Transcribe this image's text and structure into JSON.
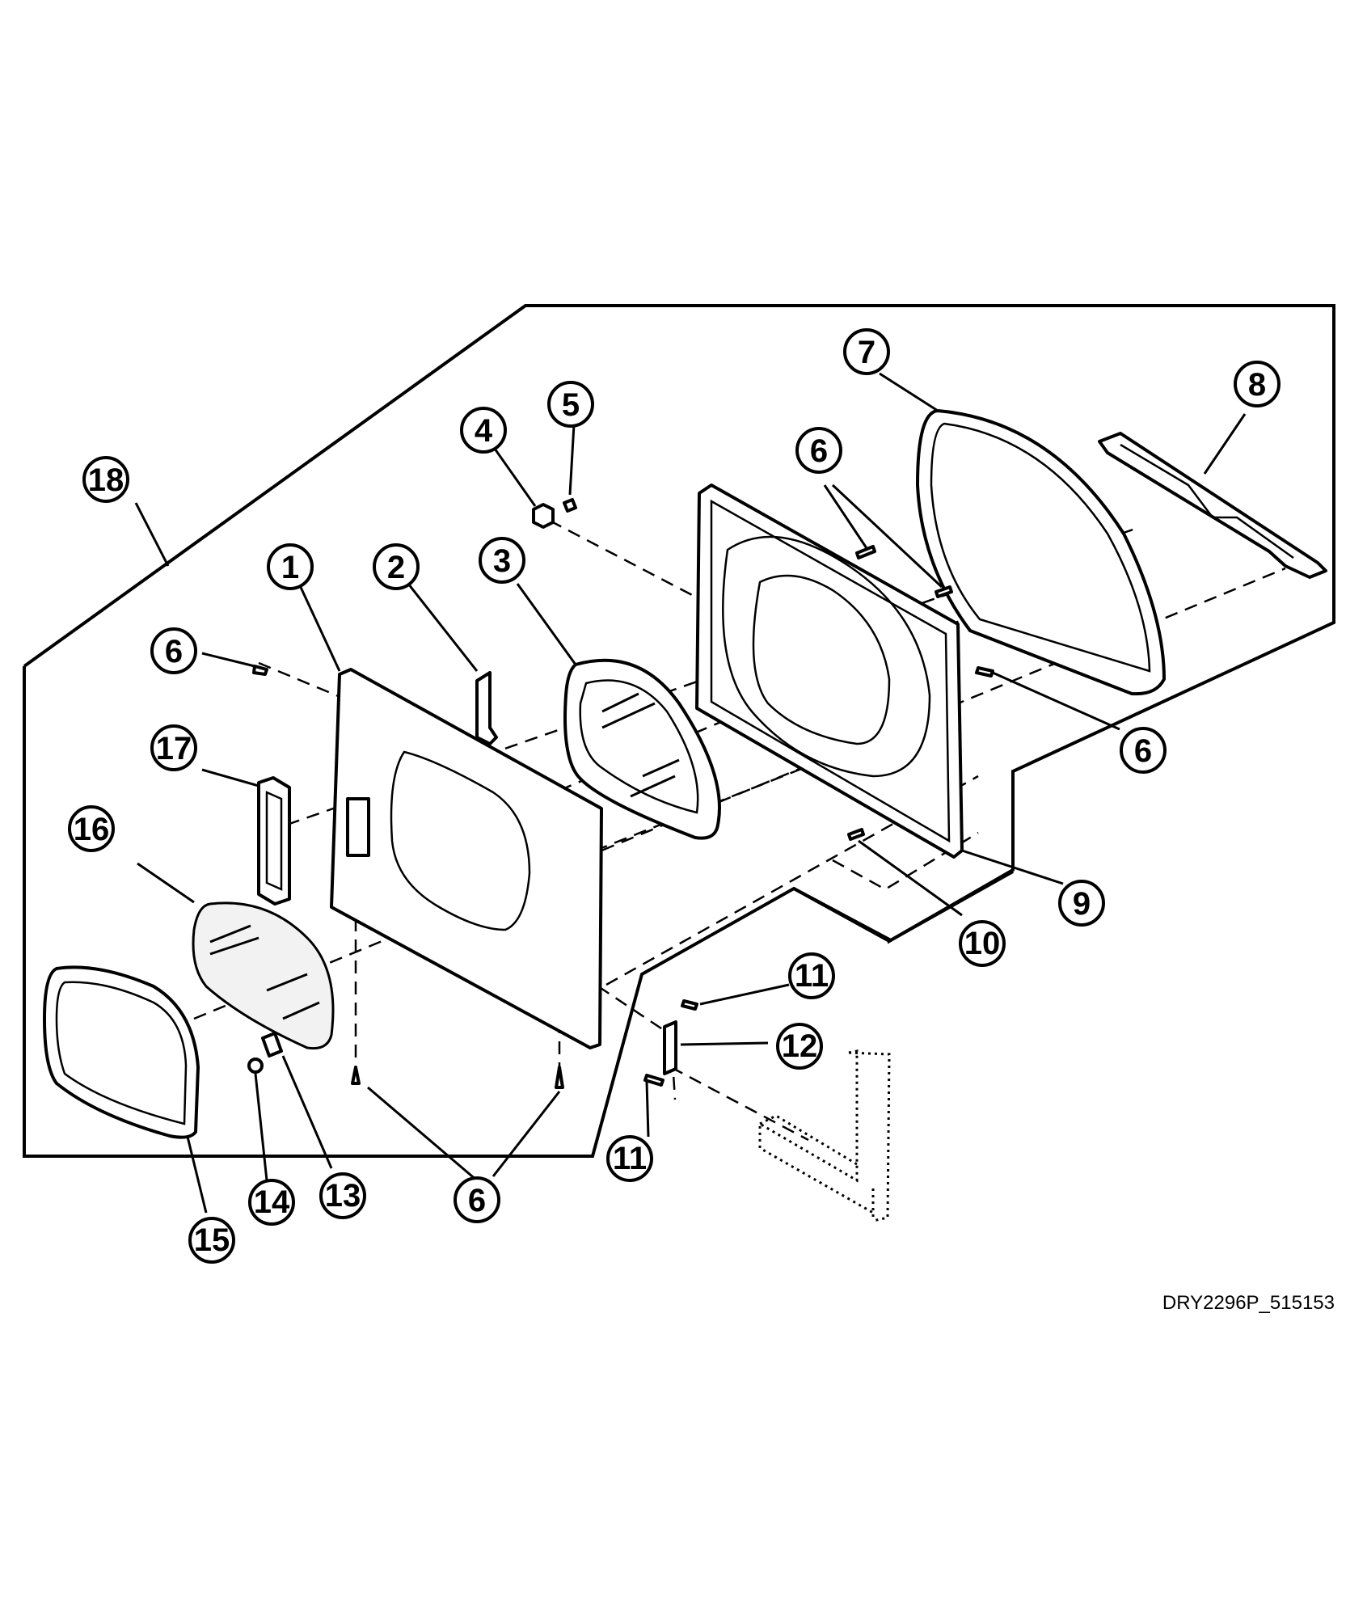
{
  "drawing_id": "DRY2296P_515153",
  "callouts": [
    {
      "label": "1"
    },
    {
      "label": "2"
    },
    {
      "label": "3"
    },
    {
      "label": "4"
    },
    {
      "label": "5"
    },
    {
      "label": "6"
    },
    {
      "label": "6"
    },
    {
      "label": "6"
    },
    {
      "label": "6"
    },
    {
      "label": "6"
    },
    {
      "label": "7"
    },
    {
      "label": "8"
    },
    {
      "label": "9"
    },
    {
      "label": "10"
    },
    {
      "label": "11"
    },
    {
      "label": "11"
    },
    {
      "label": "12"
    },
    {
      "label": "13"
    },
    {
      "label": "14"
    },
    {
      "label": "15"
    },
    {
      "label": "16"
    },
    {
      "label": "17"
    },
    {
      "label": "18"
    }
  ]
}
